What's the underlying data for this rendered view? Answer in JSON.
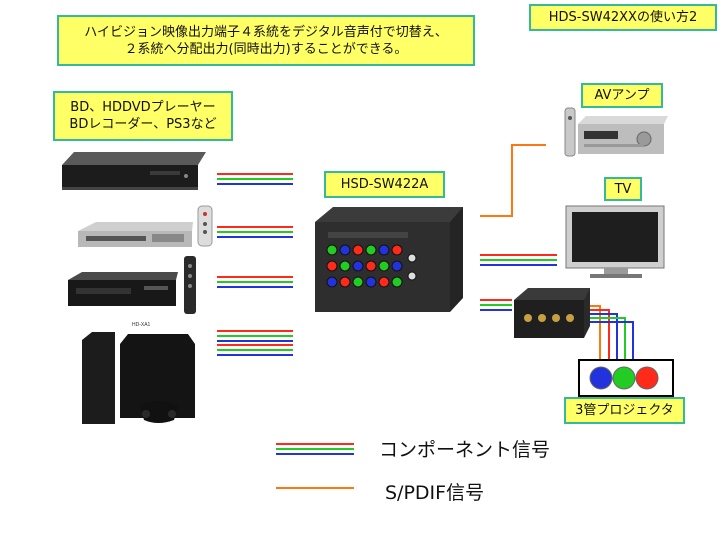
{
  "header": {
    "title_lines": [
      "ハイビジョン映像出力端子４系統をデジタル音声付で切替え、",
      "２系統へ分配出力(同時出力)することができる。"
    ],
    "page_label": "HDS-SW42XXの使い方2"
  },
  "sources": {
    "label_lines": [
      "BD、HDDVDプレーヤー",
      "BDレコーダー、PS3など"
    ],
    "device_caption": "HD-XA1"
  },
  "switcher": {
    "label": "HSD-SW422A"
  },
  "outputs": {
    "amp_label": "AVアンプ",
    "tv_label": "TV",
    "projector_label": "3管プロジェクタ"
  },
  "legend": {
    "component": "コンポーネント信号",
    "spdif": "S/PDIF信号"
  },
  "colors": {
    "red": "#ff2a1a",
    "green": "#22cc22",
    "blue": "#2233dd",
    "orange": "#ff7711",
    "label_bg": "#ffff66",
    "label_border": "#33bb99"
  }
}
